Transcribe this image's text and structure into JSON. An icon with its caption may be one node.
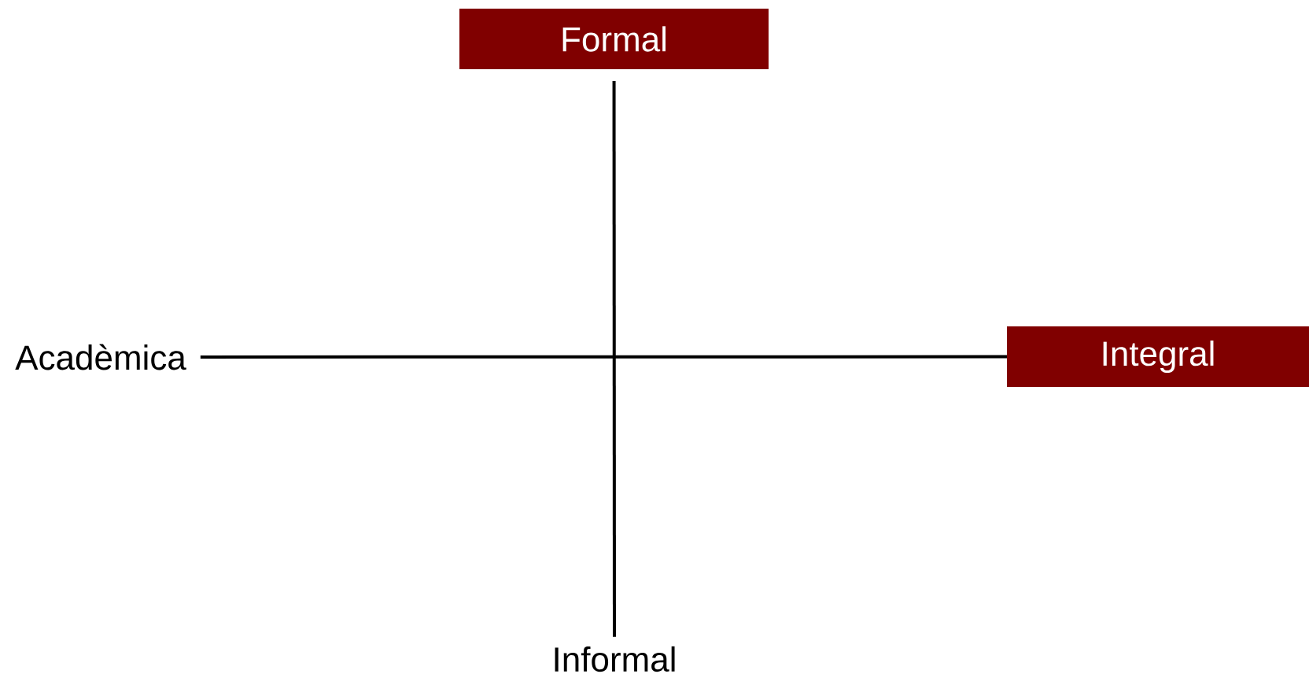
{
  "diagram": {
    "nodes": [
      {
        "text": [
          "Formal"
        ]
      },
      {
        "text": [
          "Acadèmica"
        ]
      },
      {
        "text": [
          "Integral"
        ]
      },
      {
        "text": [
          "Informal"
        ]
      }
    ],
    "edges": [
      {
        "from": 0,
        "to": 3,
        "arrow": "none"
      },
      {
        "from": 1,
        "to": 2,
        "arrow": "none"
      }
    ]
  }
}
